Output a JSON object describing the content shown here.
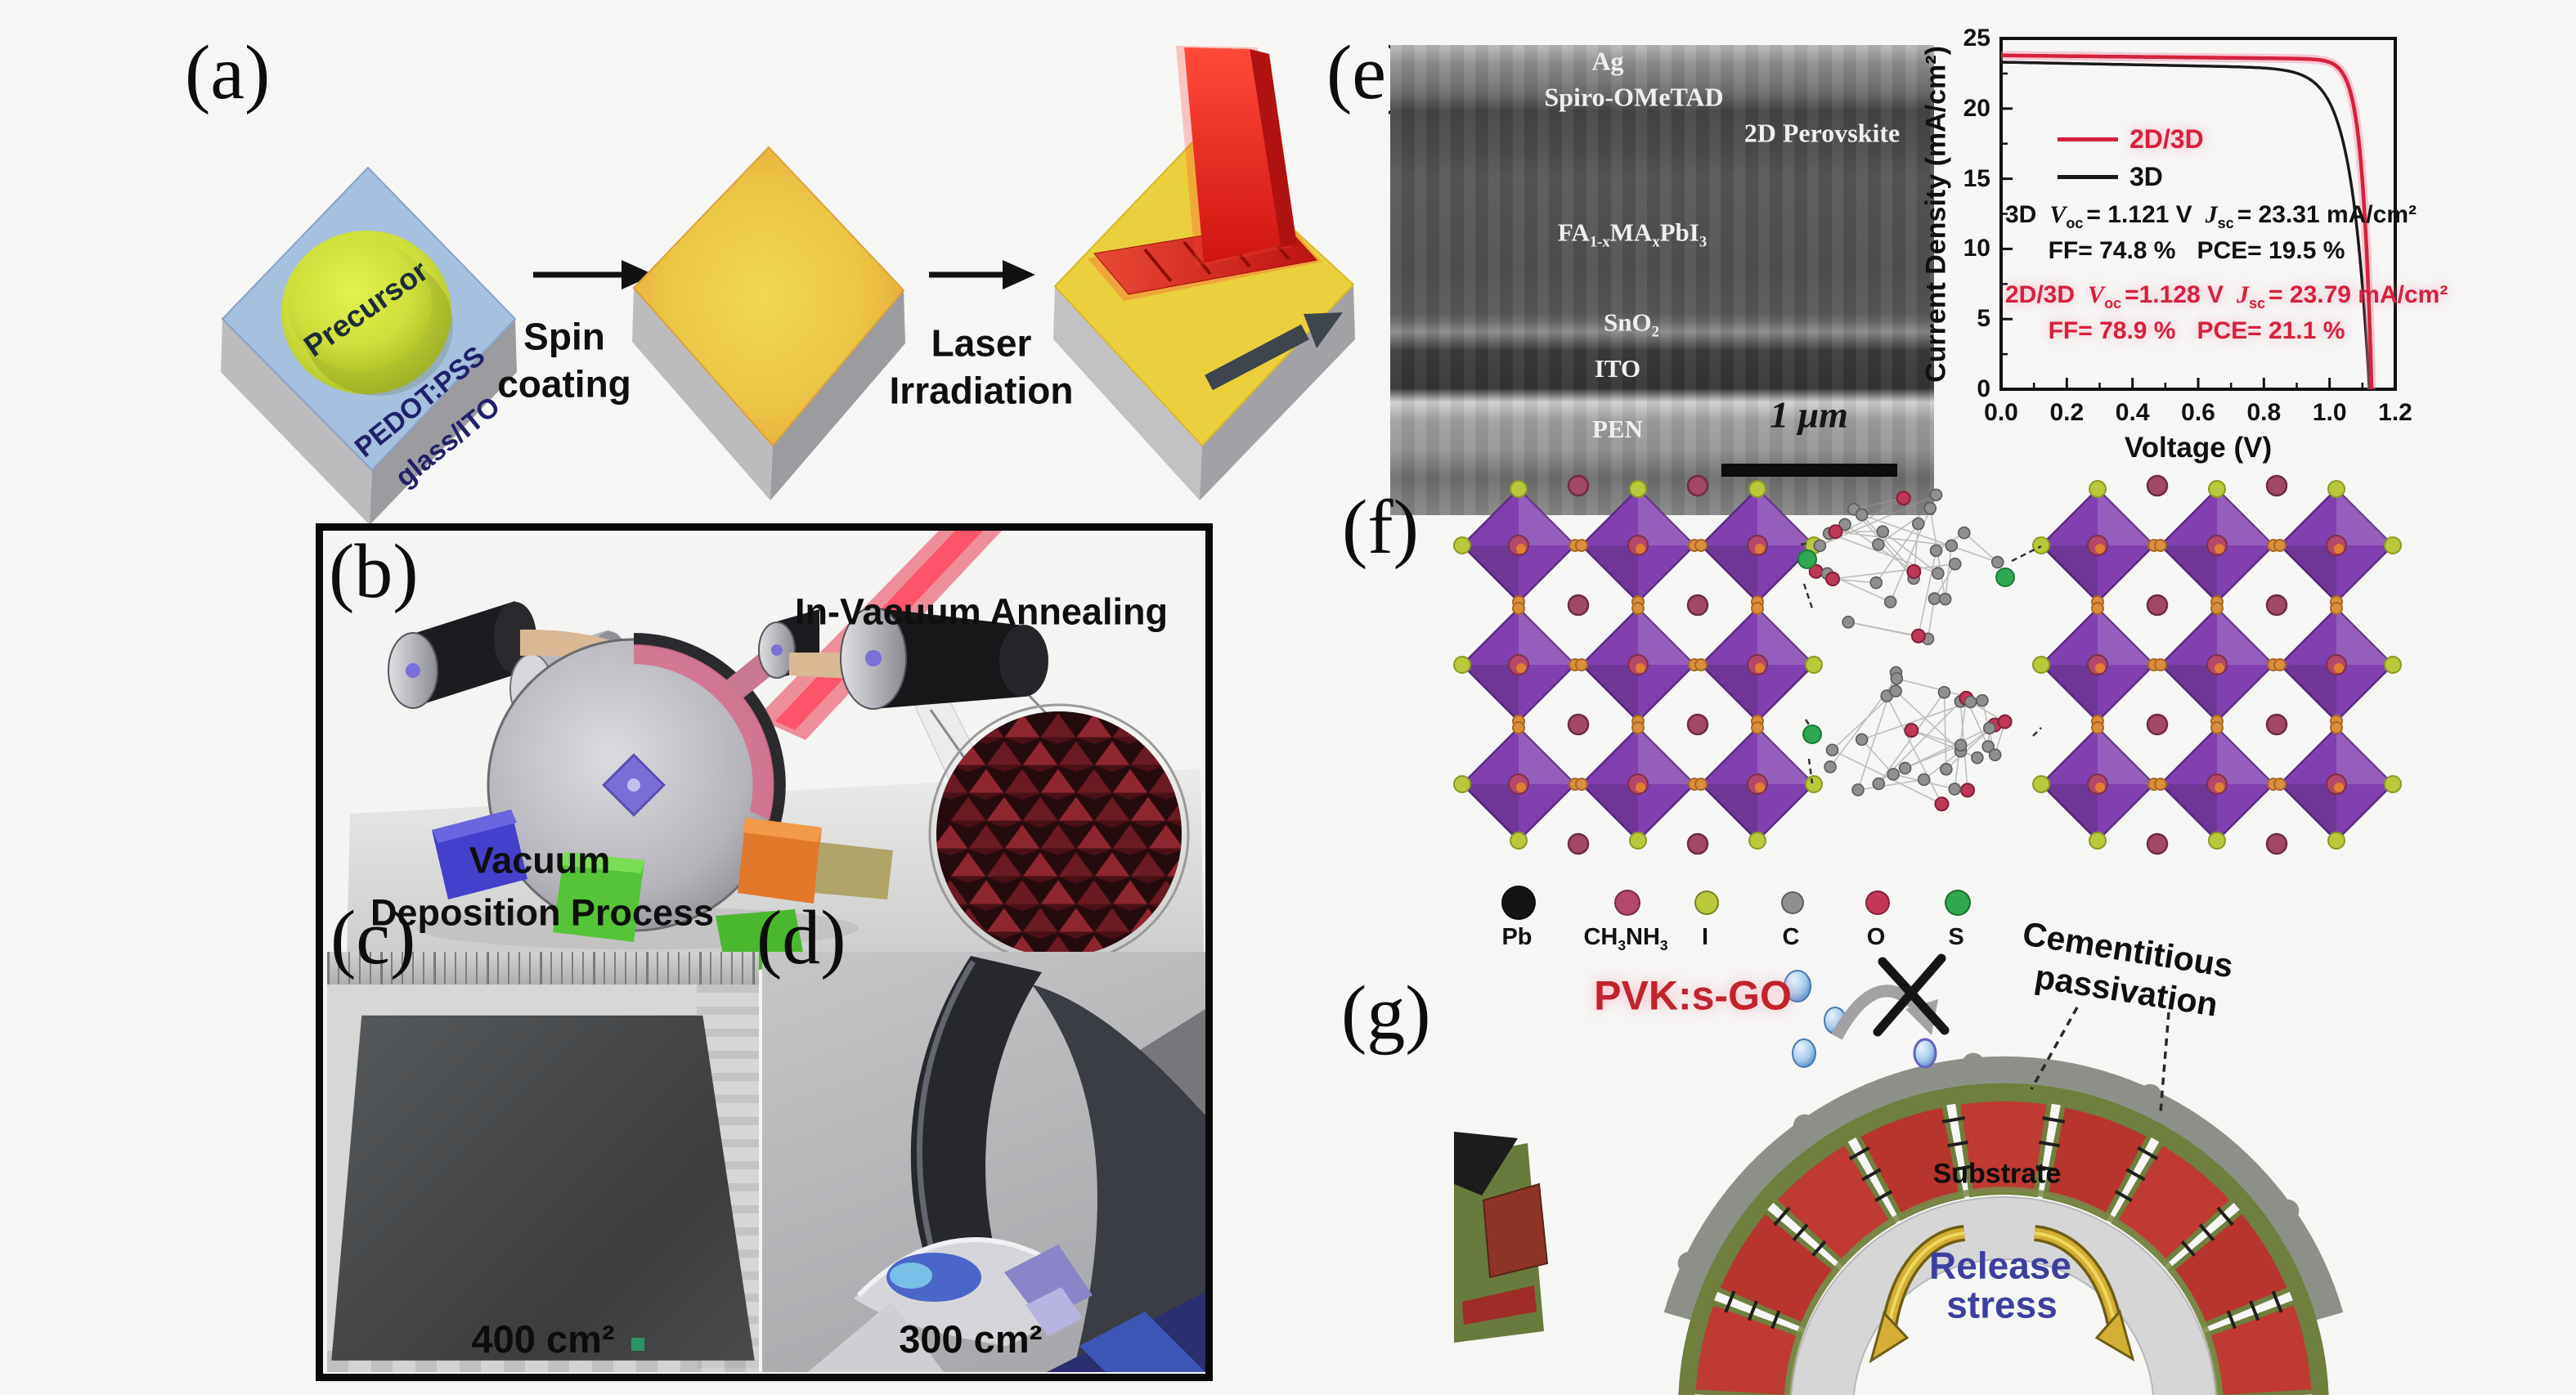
{
  "background": "#f6f6f5",
  "panel_a": {
    "label": "(a)",
    "precursor_label": "Precursor",
    "substrate_label_line1": "PEDOT:PSS",
    "substrate_label_line2": "glass/ITO",
    "step1_line1": "Spin",
    "step1_line2": "coating",
    "step2_line1": "Laser",
    "step2_line2": "Irradiation"
  },
  "panel_b": {
    "label": "(b)",
    "annealing_label": "In-Vacuum Annealing",
    "process_line1": "Vacuum",
    "process_line2": "Deposition Process"
  },
  "panel_c": {
    "label": "(c)",
    "area_label": "400 cm²"
  },
  "panel_d": {
    "label": "(d)",
    "area_label": "300 cm²"
  },
  "panel_e": {
    "label": "(e)",
    "sem": {
      "layer_ag": "Ag",
      "layer_spiro": "Spiro-OMeTAD",
      "layer_2d": "2D Perovskite",
      "formula": {
        "t1": "FA",
        "s1": "1-x",
        "t2": "MA",
        "s2": "x",
        "t3": "PbI",
        "s3": "3"
      },
      "layer_sno": {
        "t1": "SnO",
        "s1": "2"
      },
      "layer_ito": "ITO",
      "layer_pen": "PEN",
      "scalebar": "1 μm"
    },
    "chart": {
      "legend": [
        {
          "label": "2D/3D",
          "color": "#d4213d"
        },
        {
          "label": "3D",
          "color": "#1a1a1a"
        }
      ],
      "ann_3d": {
        "name": "3D",
        "v": "V",
        "v_sub": "oc",
        "v_eq": "= 1.121 V",
        "j": "J",
        "j_sub": "sc",
        "j_eq": "= 23.31 mA/cm²"
      },
      "ann_3d_2": {
        "ff": "FF= 74.8 %",
        "pce": "PCE= 19.5 %"
      },
      "ann_2d3d": {
        "name": "2D/3D",
        "v": "V",
        "v_sub": "oc",
        "v_eq": "=1.128 V",
        "j": "J",
        "j_sub": "sc",
        "j_eq": "= 23.79 mA/cm²"
      },
      "ann_2d3d_2": {
        "ff": "FF= 78.9 %",
        "pce": "PCE= 21.1 %"
      }
    }
  },
  "chart_data": {
    "type": "line",
    "title": "",
    "xlabel": "Voltage (V)",
    "ylabel": "Current Density (mA/cm²)",
    "xlim": [
      0,
      1.2
    ],
    "ylim": [
      0,
      25
    ],
    "xticks": [
      0,
      0.2,
      0.4,
      0.6,
      0.8,
      1.0,
      1.2
    ],
    "yticks": [
      0,
      5,
      10,
      15,
      20,
      25
    ],
    "grid": false,
    "legend_position": "center-left",
    "series": [
      {
        "name": "2D/3D",
        "color": "#d4213d",
        "v_oc": 1.128,
        "j_sc": 23.79,
        "ff_percent": 78.9,
        "pce_percent": 21.1,
        "knee_width": 0.028,
        "pre_knee_slope": 0.25
      },
      {
        "name": "3D",
        "color": "#1a1a1a",
        "v_oc": 1.121,
        "j_sc": 23.31,
        "ff_percent": 74.8,
        "pce_percent": 19.5,
        "knee_width": 0.054,
        "pre_knee_slope": 0.45
      }
    ]
  },
  "panel_f": {
    "label": "(f)",
    "legend": [
      {
        "tokens": [
          {
            "t": "Pb"
          }
        ],
        "color": "#141414"
      },
      {
        "tokens": [
          {
            "t": "CH"
          },
          {
            "s": "3"
          },
          {
            "t": "NH"
          },
          {
            "s": "3"
          }
        ],
        "color": "#b5486a"
      },
      {
        "tokens": [
          {
            "t": "I"
          }
        ],
        "color": "#b9c93a"
      },
      {
        "tokens": [
          {
            "t": "C"
          }
        ],
        "color": "#8f8f8f"
      },
      {
        "tokens": [
          {
            "t": "O"
          }
        ],
        "color": "#c23758"
      },
      {
        "tokens": [
          {
            "t": "S"
          }
        ],
        "color": "#2fa84f"
      }
    ]
  },
  "panel_g": {
    "label": "(g)",
    "pvk_label": "PVK:s-GO",
    "cem_line1": "Cementitious",
    "cem_line2": "passivation",
    "substrate_label": "Substrate",
    "release_line1": "Release",
    "release_line2": "stress"
  }
}
